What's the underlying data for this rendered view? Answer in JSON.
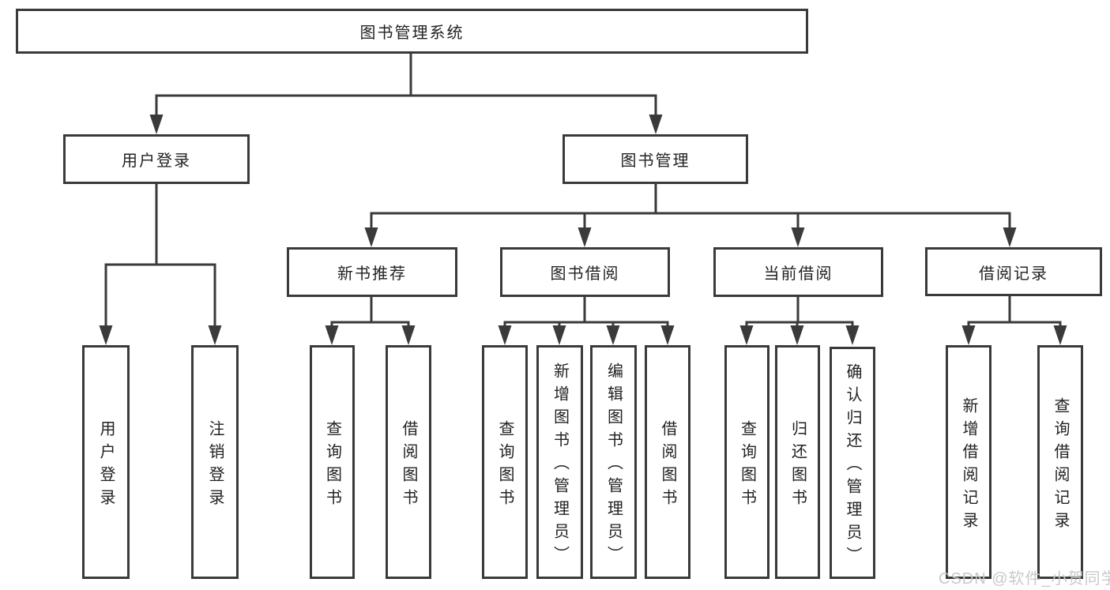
{
  "root": "图书管理系统",
  "level1": [
    "用户登录",
    "图书管理"
  ],
  "level2": [
    "新书推荐",
    "图书借阅",
    "当前借阅",
    "借阅记录"
  ],
  "leaves": {
    "user_login": [
      "用户登录",
      "注销登录"
    ],
    "new_book_recommend": [
      "查询图书",
      "借阅图书"
    ],
    "book_borrow": [
      "查询图书",
      "新增图书（管理员）",
      "编辑图书（管理员）",
      "借阅图书"
    ],
    "current_borrow": [
      "查询图书",
      "归还图书",
      "确认归还（管理员）"
    ],
    "borrow_records": [
      "新增借阅记录",
      "查询借阅记录"
    ]
  },
  "watermark": "CSDN @软件_小贺同学",
  "colors": {
    "line": "#3a3a3a",
    "text": "#222222",
    "box_background": "#ffffff",
    "watermark": "#c9c9c9"
  }
}
